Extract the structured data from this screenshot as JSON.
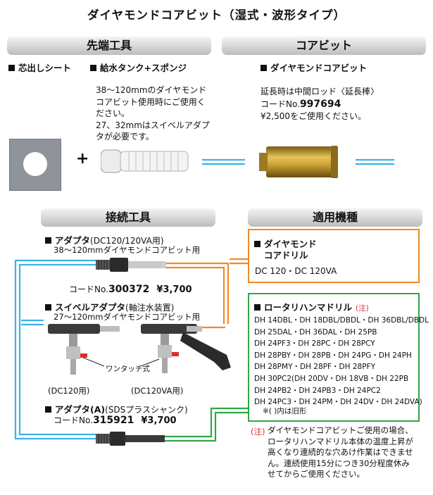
{
  "page_title": "ダイヤモンドコアビット（湿式・波形タイプ）",
  "sections": {
    "tip_tools": "先端工具",
    "core_bit": "コアビット",
    "connection_tools": "接続工具",
    "applicable_models": "適用機種"
  },
  "tip": {
    "item1": "芯出しシート",
    "item2": "給水タンク+スポンジ",
    "description": "38～120mmのダイヤモンド\nコアビット使用時にご使用く\nださい。\n27、32mmはスイベルアダプ\nタが必要です。",
    "plus": "+"
  },
  "corebit": {
    "item": "ダイヤモンドコアビット",
    "line1": "延長時は中間ロッド〈延長棒〉",
    "code_label": "コードNo.",
    "code": "997694",
    "line3": "¥2,500をご使用ください。"
  },
  "adapter1": {
    "name": "アダプタ",
    "paren": "(DC120/120VA用)",
    "desc": "38～120mmダイヤモンドコアビット用",
    "code_label": "コードNo.",
    "code": "300372",
    "price": "¥3,700"
  },
  "swivel": {
    "name": "スイベルアダプタ",
    "paren": "(軸注水装置)",
    "desc": "27～120mmダイヤモンドコアビット用",
    "one_touch": "ワンタッチ式",
    "label_dc120": "(DC120用)",
    "label_dc120va": "(DC120VA用)"
  },
  "adapterA": {
    "name": "アダプタ(A)",
    "paren": "(SDSプラスシャンク)",
    "code_label": "コードNo.",
    "code": "315921",
    "price": "¥3,700"
  },
  "diamond_drill": {
    "title_line1": "ダイヤモンド",
    "title_line2": "コアドリル",
    "models": "DC 120・DC 120VA"
  },
  "rotary_hammer": {
    "title": "ロータリハンマドリル",
    "note_mark": "(注)",
    "models": "DH 14DBL・DH 18DBL/DBDL・DH 36DBL/DBDL\nDH 25DAL・DH 36DAL・DH 25PB\nDH 24PF3・DH 28PC・DH 28PCY\nDH 28PBY・DH 28PB・DH 24PG・DH 24PH\nDH 28PMY・DH 28PF・DH 28PFY\nDH 30PC2(DH 20DV・DH 18VB・DH 22PB\nDH 24PB2・DH 24PB3・DH 24PC2\nDH 24PC3・DH 24PM・DH 24DV・DH 24DVA)",
    "old_note": "※( )内は旧形"
  },
  "footnote": {
    "mark": "(注)",
    "text": "ダイヤモンドコアビットご使用の場合、\nロータリハンマドリル本体の温度上昇が\n高くなり連続的な穴あけ作業はできませ\nん。連続使用15分につき30分程度休み\nせてからご使用ください。"
  },
  "colors": {
    "blue_line": "#3bb3e6",
    "orange": "#f08a25",
    "green": "#33a64a",
    "red": "#d9302b",
    "gold": "#c9a035",
    "gray_sheet": "#8f949b"
  }
}
